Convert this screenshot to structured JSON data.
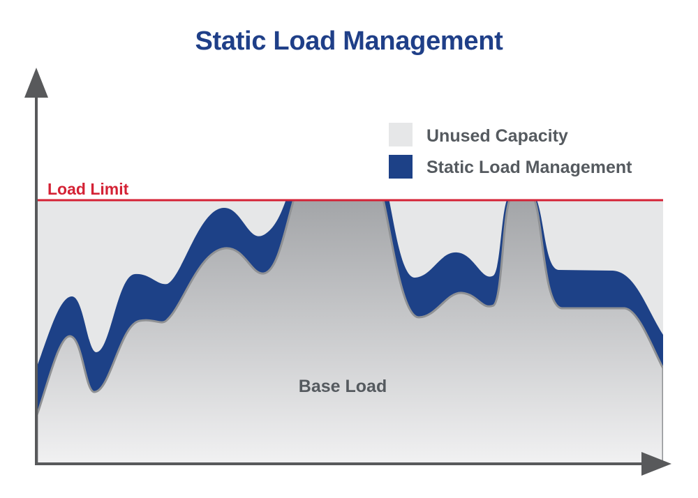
{
  "title": "Static Load Management",
  "legend": {
    "unused_capacity": "Unused Capacity",
    "static_load_management": "Static Load Management"
  },
  "labels": {
    "load_limit": "Load Limit",
    "base_load": "Base Load"
  },
  "colors": {
    "title": "#1f3f88",
    "static_band": "#1d4187",
    "unused_capacity": "#e6e7e8",
    "base_load": "#a7a9ac",
    "load_limit": "#d42235",
    "axis": "#58595b"
  }
}
